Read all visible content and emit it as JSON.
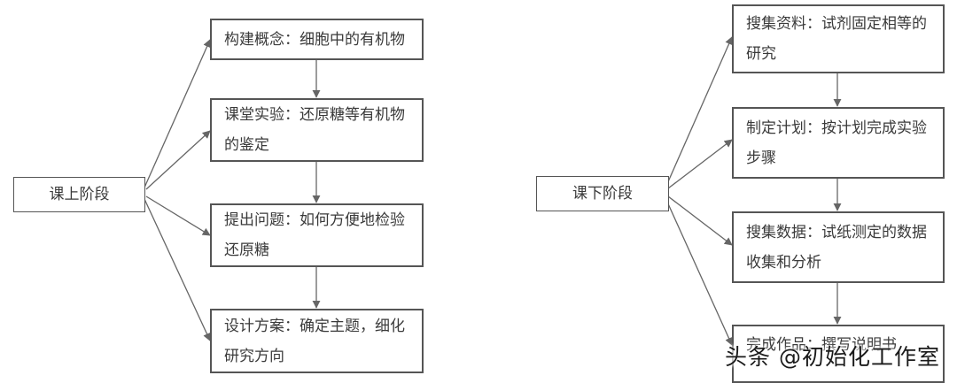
{
  "left": {
    "stage": "课上阶段",
    "steps": [
      "构建概念：细胞中的有机物",
      "课堂实验：还原糖等有机物的鉴定",
      "提出问题：如何方便地检验还原糖",
      "设计方案：确定主题，细化研究方向"
    ]
  },
  "right": {
    "stage": "课下阶段",
    "steps": [
      "搜集资料：试剂固定相等的研究",
      "制定计划：按计划完成实验步骤",
      "搜集数据：试纸测定的数据收集和分析",
      "完成作品：撰写说明书"
    ]
  },
  "watermark": "头条 @初始化工作室",
  "colors": {
    "line": "#666666",
    "border": "#555555",
    "text": "#3a3a3a"
  }
}
